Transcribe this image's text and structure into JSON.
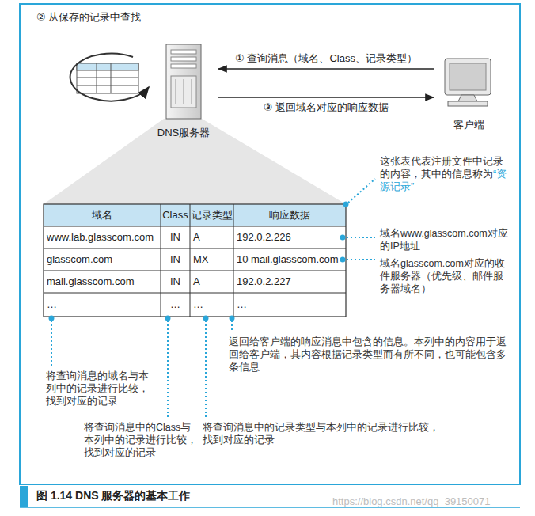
{
  "diagram": {
    "caption": "图 1.14 DNS 服务器的基本工作",
    "nodes": [
      {
        "text": [
          "DNS服务器"
        ]
      },
      {
        "text": [
          "客户端"
        ]
      }
    ],
    "edges": [
      {
        "from": 1,
        "to": 0,
        "arrow": "to",
        "label": "① 查询消息（域名、Class、记录类型）"
      },
      {
        "from": 0,
        "to": 1,
        "arrow": "to",
        "label": "③ 返回域名对应的响应数据"
      }
    ],
    "labels": [
      "② 从保存的记录中查找",
      "这张表代表注册文件中记录的内容，其中的信息称为",
      "“资源记录”",
      "域名",
      "Class",
      "记录类型",
      "响应数据",
      "www.lab.glasscom.com",
      "IN",
      "A",
      "192.0.2.226",
      "glasscom.com",
      "IN",
      "MX",
      "10 mail.glasscom.com",
      "mail.glasscom.com",
      "IN",
      "A",
      "192.0.2.227",
      "…",
      "…",
      "…",
      "…",
      "域名www.glasscom.com对应的IP地址",
      "域名glasscom.com对应的收件服务器（优先级、邮件服务器域名）",
      "返回给客户端的响应消息中包含的信息。本列中的内容用于返回给客户端，其内容根据记录类型而有所不同，也可能包含多条信息",
      "将查询消息的域名与本列中的记录进行比较，找到对应的记录",
      "将查询消息中的Class与本列中的记录进行比较，找到对应的记录",
      "将查询消息中的记录类型与本列中的记录进行比较，找到对应的记录",
      "https://blog.csdn.net/qq_39150071"
    ]
  }
}
